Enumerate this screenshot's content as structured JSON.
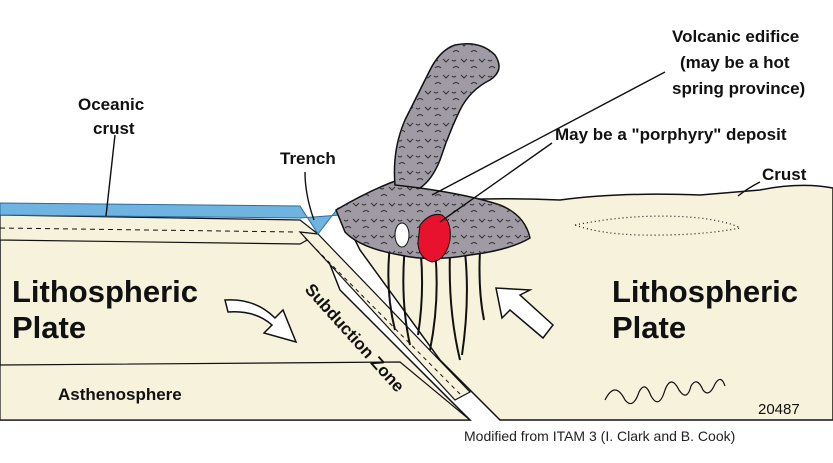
{
  "labels": {
    "volcanic_edifice_line1": "Volcanic edifice",
    "volcanic_edifice_line2": "(may be a hot",
    "volcanic_edifice_line3": "spring province)",
    "porphyry": "May be a \"porphyry\" deposit",
    "oceanic_crust_line1": "Oceanic",
    "oceanic_crust_line2": "crust",
    "trench": "Trench",
    "crust": "Crust",
    "lithospheric_left_line1": "Lithospheric",
    "lithospheric_left_line2": "Plate",
    "lithospheric_right_line1": "Lithospheric",
    "lithospheric_right_line2": "Plate",
    "subduction_zone": "Subduction Zone",
    "asthenosphere": "Asthenosphere",
    "figure_number": "20487",
    "credit": "Modified from ITAM 3 (I. Clark and B. Cook)"
  },
  "colors": {
    "ocean": "#6fb3e0",
    "plate": "#f7f2dc",
    "volcano": "#a09aa4",
    "porphyry": "#e8112e",
    "outline": "#111111"
  }
}
